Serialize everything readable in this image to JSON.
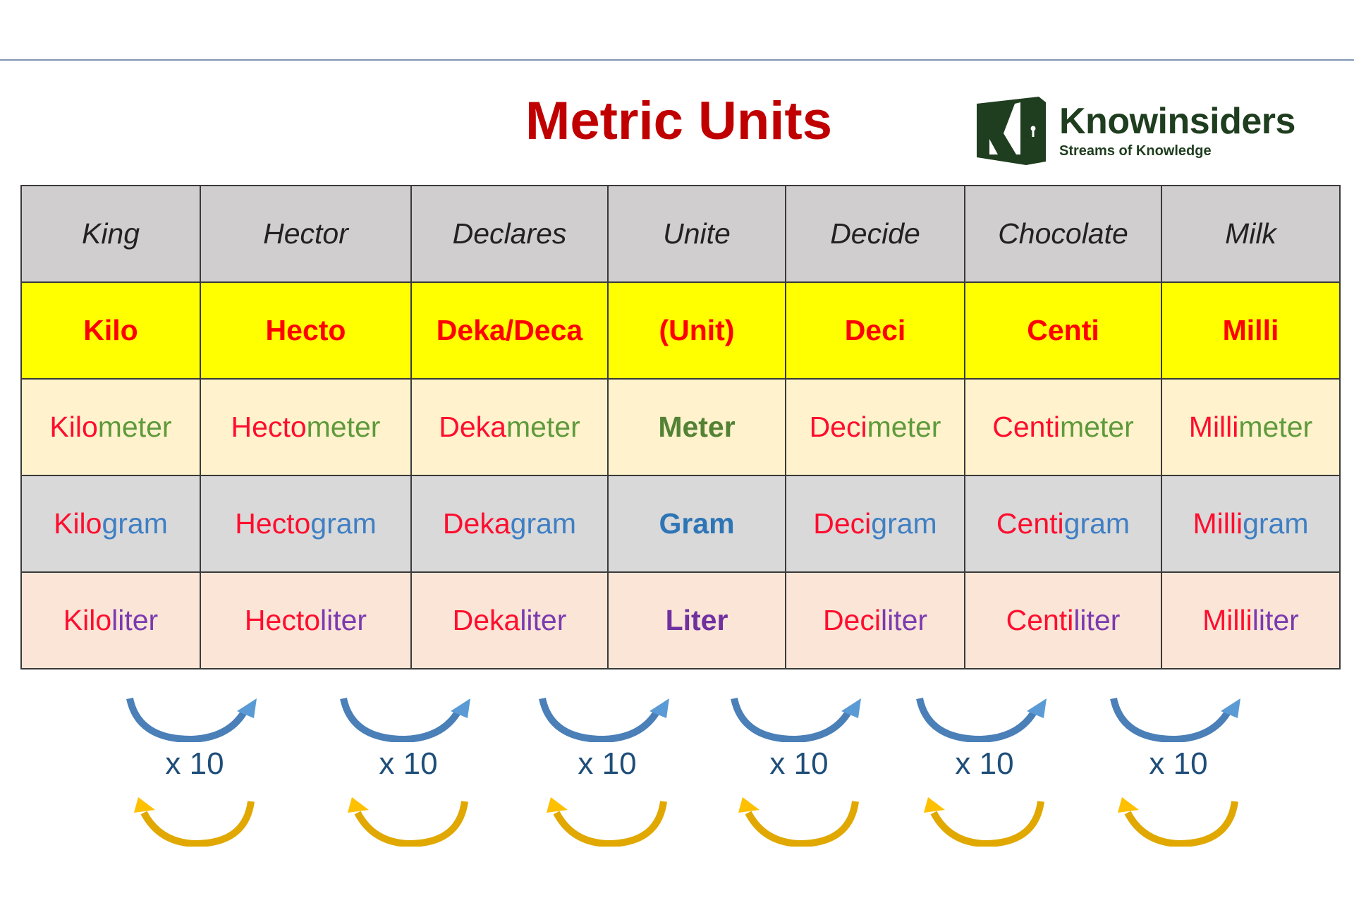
{
  "title": "Metric Units",
  "logo": {
    "name": "Knowinsiders",
    "tagline": "Streams of Knowledge"
  },
  "mnemonic": [
    "King",
    "Hector",
    "Declares",
    "Unite",
    "Decide",
    "Chocolate",
    "Milk"
  ],
  "prefixes": [
    "Kilo",
    "Hecto",
    "Deka/Deca",
    "(Unit)",
    "Deci",
    "Centi",
    "Milli"
  ],
  "rows": [
    {
      "kind": "m",
      "cells": [
        [
          "Kilo",
          "meter"
        ],
        [
          "Hecto",
          "meter"
        ],
        [
          "Deka",
          "meter"
        ],
        [
          "",
          "Meter"
        ],
        [
          "Deci",
          "meter"
        ],
        [
          "Centi",
          "meter"
        ],
        [
          "Milli",
          "meter"
        ]
      ]
    },
    {
      "kind": "g",
      "cells": [
        [
          "Kilo",
          "gram"
        ],
        [
          "Hecto",
          "gram"
        ],
        [
          "Deka",
          "gram"
        ],
        [
          "",
          "Gram"
        ],
        [
          "Deci",
          "gram"
        ],
        [
          "Centi",
          "gram"
        ],
        [
          "Milli",
          "gram"
        ]
      ]
    },
    {
      "kind": "l",
      "cells": [
        [
          "Kilo",
          "liter"
        ],
        [
          "Hecto",
          "liter"
        ],
        [
          "Deka",
          "liter"
        ],
        [
          "",
          "Liter"
        ],
        [
          "Deci",
          "liter"
        ],
        [
          "Centi",
          "liter"
        ],
        [
          "Milli",
          "liter"
        ]
      ]
    }
  ],
  "conversions": [
    "x 10",
    "x 10",
    "x 10",
    "x 10",
    "x 10",
    "x 10"
  ],
  "colors": {
    "title": "#c00000",
    "prefix": "#ff0000",
    "meter": "#548235",
    "gram": "#2e75b6",
    "liter": "#7030a0",
    "header": "#d0cece",
    "prefix_row": "#ffff00",
    "arrow_up": "#4a86c0",
    "arrow_down": "#f0b400"
  }
}
